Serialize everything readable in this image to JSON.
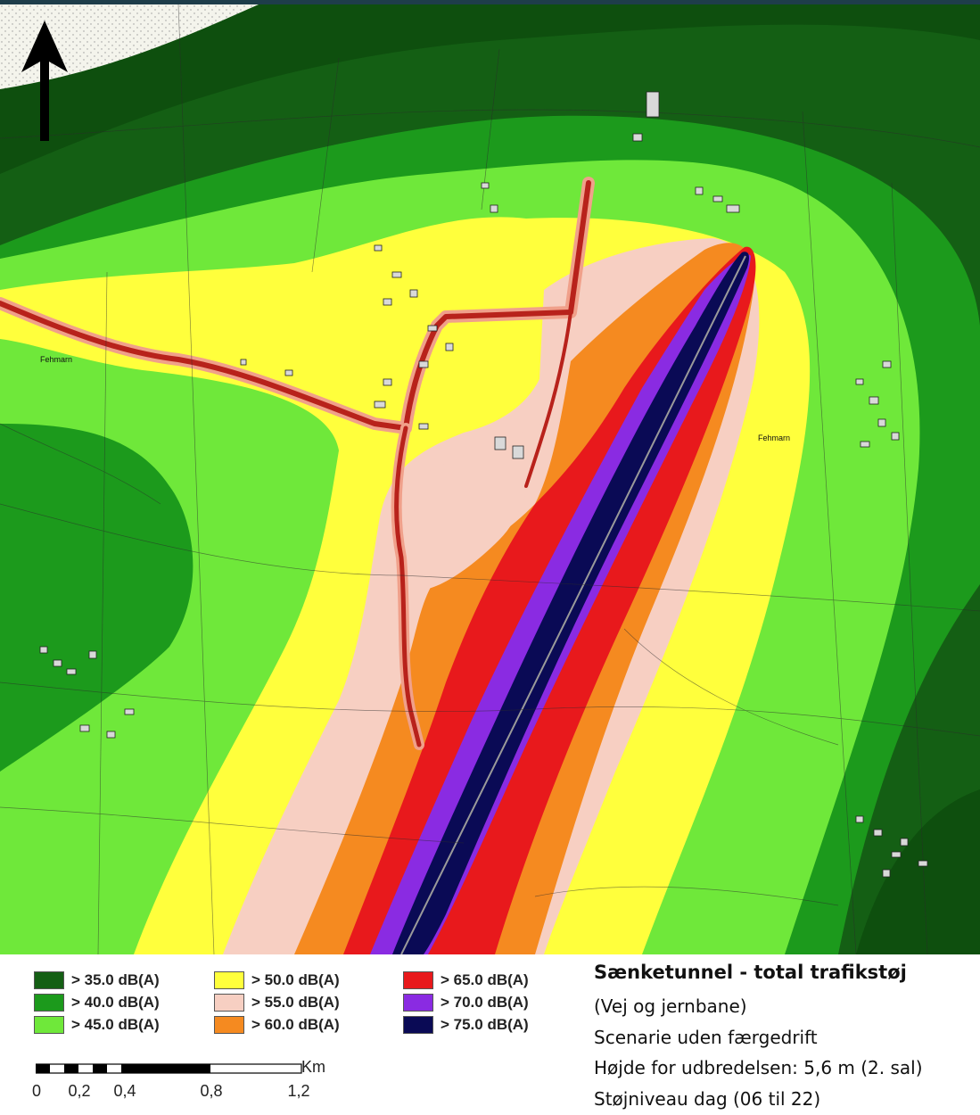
{
  "map": {
    "north_arrow": "north-arrow-icon",
    "place_labels": [
      "Fehmarn",
      "Fehmarn"
    ],
    "colors": {
      "lt35": "#0e4f0e",
      "l35": "#145f14",
      "l40": "#1c9a1c",
      "l45": "#6fe83a",
      "l50": "#ffff3c",
      "l55": "#f7cfc2",
      "l60": "#f58a20",
      "l65": "#e8191c",
      "l70": "#8a2be2",
      "l75": "#0a0a55"
    }
  },
  "legend": {
    "items": [
      {
        "label": "> 35.0 dB(A)",
        "color": "#145f14"
      },
      {
        "label": "> 40.0 dB(A)",
        "color": "#1c9a1c"
      },
      {
        "label": "> 45.0 dB(A)",
        "color": "#6fe83a"
      },
      {
        "label": "> 50.0 dB(A)",
        "color": "#ffff3c"
      },
      {
        "label": "> 55.0 dB(A)",
        "color": "#f7cfc2"
      },
      {
        "label": "> 60.0 dB(A)",
        "color": "#f58a20"
      },
      {
        "label": "> 65.0 dB(A)",
        "color": "#e8191c"
      },
      {
        "label": "> 70.0 dB(A)",
        "color": "#8a2be2"
      },
      {
        "label": "> 75.0 dB(A)",
        "color": "#0a0a55"
      }
    ]
  },
  "scale": {
    "unit": "Km",
    "ticks": [
      "0",
      "0,2",
      "0,4",
      "0,8",
      "1,2"
    ]
  },
  "info": {
    "title": "Sænketunnel - total trafikstøj",
    "lines": [
      "(Vej og jernbane)",
      "Scenarie uden færgedrift",
      "Højde for udbredelsen: 5,6 m (2. sal)",
      "Støjniveau dag  (06 til 22)"
    ]
  }
}
